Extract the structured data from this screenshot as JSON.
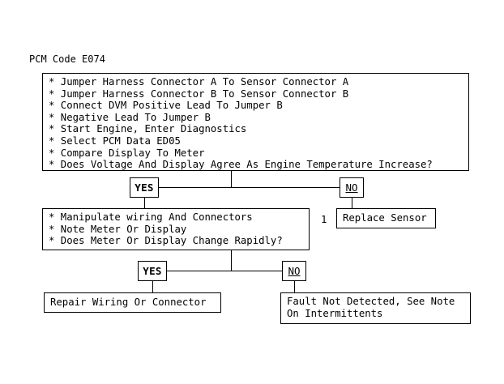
{
  "diagram": {
    "title": "PCM Code E074",
    "step1": {
      "lines": [
        "* Jumper Harness Connector A To Sensor Connector A",
        "* Jumper Harness Connector B To Sensor Connector B",
        "* Connect DVM Positive Lead To Jumper B",
        "* Negative Lead To Jumper B",
        "* Start Engine, Enter Diagnostics",
        "* Select PCM Data ED05",
        "* Compare Display To Meter",
        "* Does Voltage And Display Agree As Engine Temperature Increase?"
      ]
    },
    "decision1": {
      "yes_label": "YES",
      "no_label": "NO"
    },
    "step2": {
      "lines": [
        "* Manipulate wiring And Connectors",
        "* Note Meter Or Display",
        "* Does Meter Or Display Change Rapidly?"
      ]
    },
    "replace_sensor": {
      "note_number": "1",
      "label": "Replace Sensor"
    },
    "decision2": {
      "yes_label": "YES",
      "no_label": "NO"
    },
    "repair_wiring": {
      "label": "Repair Wiring Or Connector"
    },
    "fault_not_detected": {
      "lines": [
        "Fault Not Detected, See Note",
        "On Intermittents"
      ]
    },
    "colors": {
      "background": "#ffffff",
      "stroke": "#000000",
      "text": "#000000"
    }
  }
}
